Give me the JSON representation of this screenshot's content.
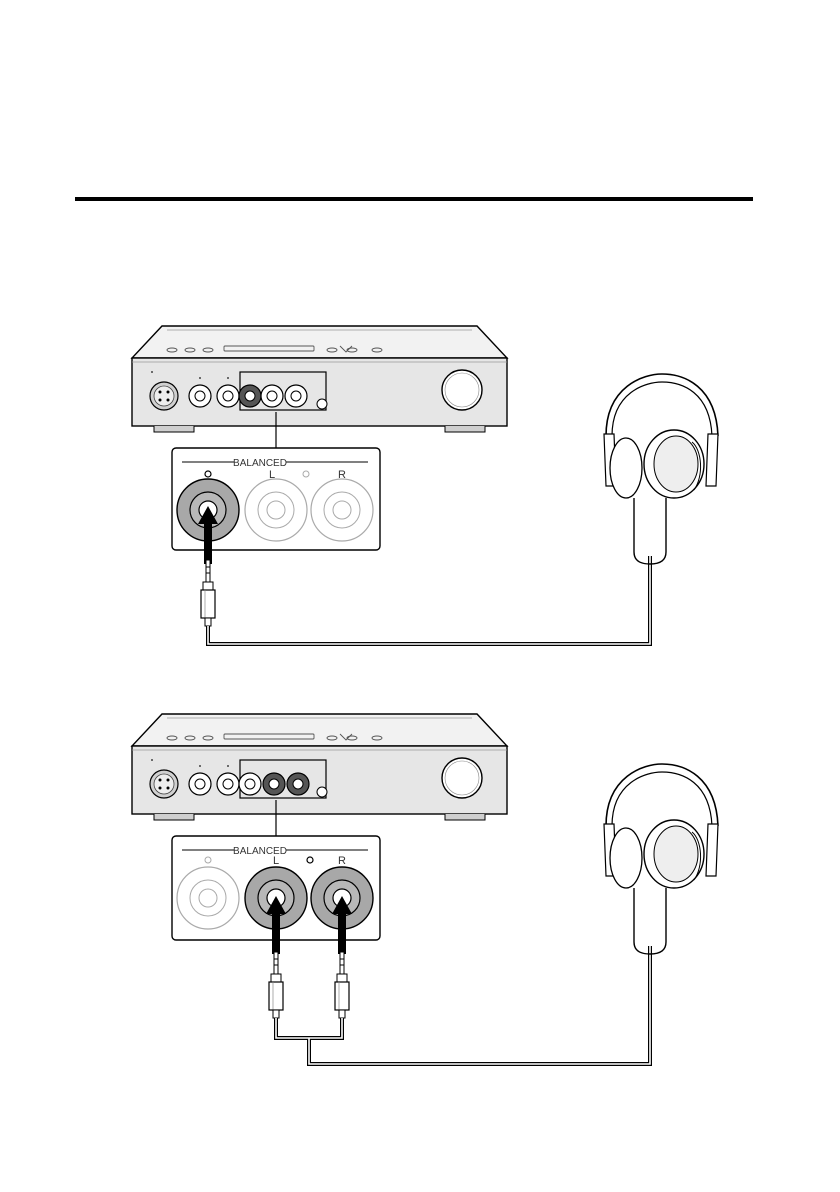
{
  "diagrams": [
    {
      "id": "single-plug-connection",
      "panel": {
        "group_label": "BALANCED",
        "left_label": "L",
        "right_label": "R"
      },
      "highlighted_jacks": [
        "left"
      ]
    },
    {
      "id": "dual-plug-connection",
      "panel": {
        "group_label": "BALANCED",
        "left_label": "L",
        "right_label": "R"
      },
      "highlighted_jacks": [
        "middle",
        "right"
      ]
    }
  ],
  "colors": {
    "line": "#000000",
    "highlight_jack": "#a8a8a8",
    "device_front": "#e6e6e6"
  },
  "icons": [
    "amplifier-device-icon",
    "headphones-icon",
    "phone-plug-icon",
    "connection-arrow-icon"
  ]
}
